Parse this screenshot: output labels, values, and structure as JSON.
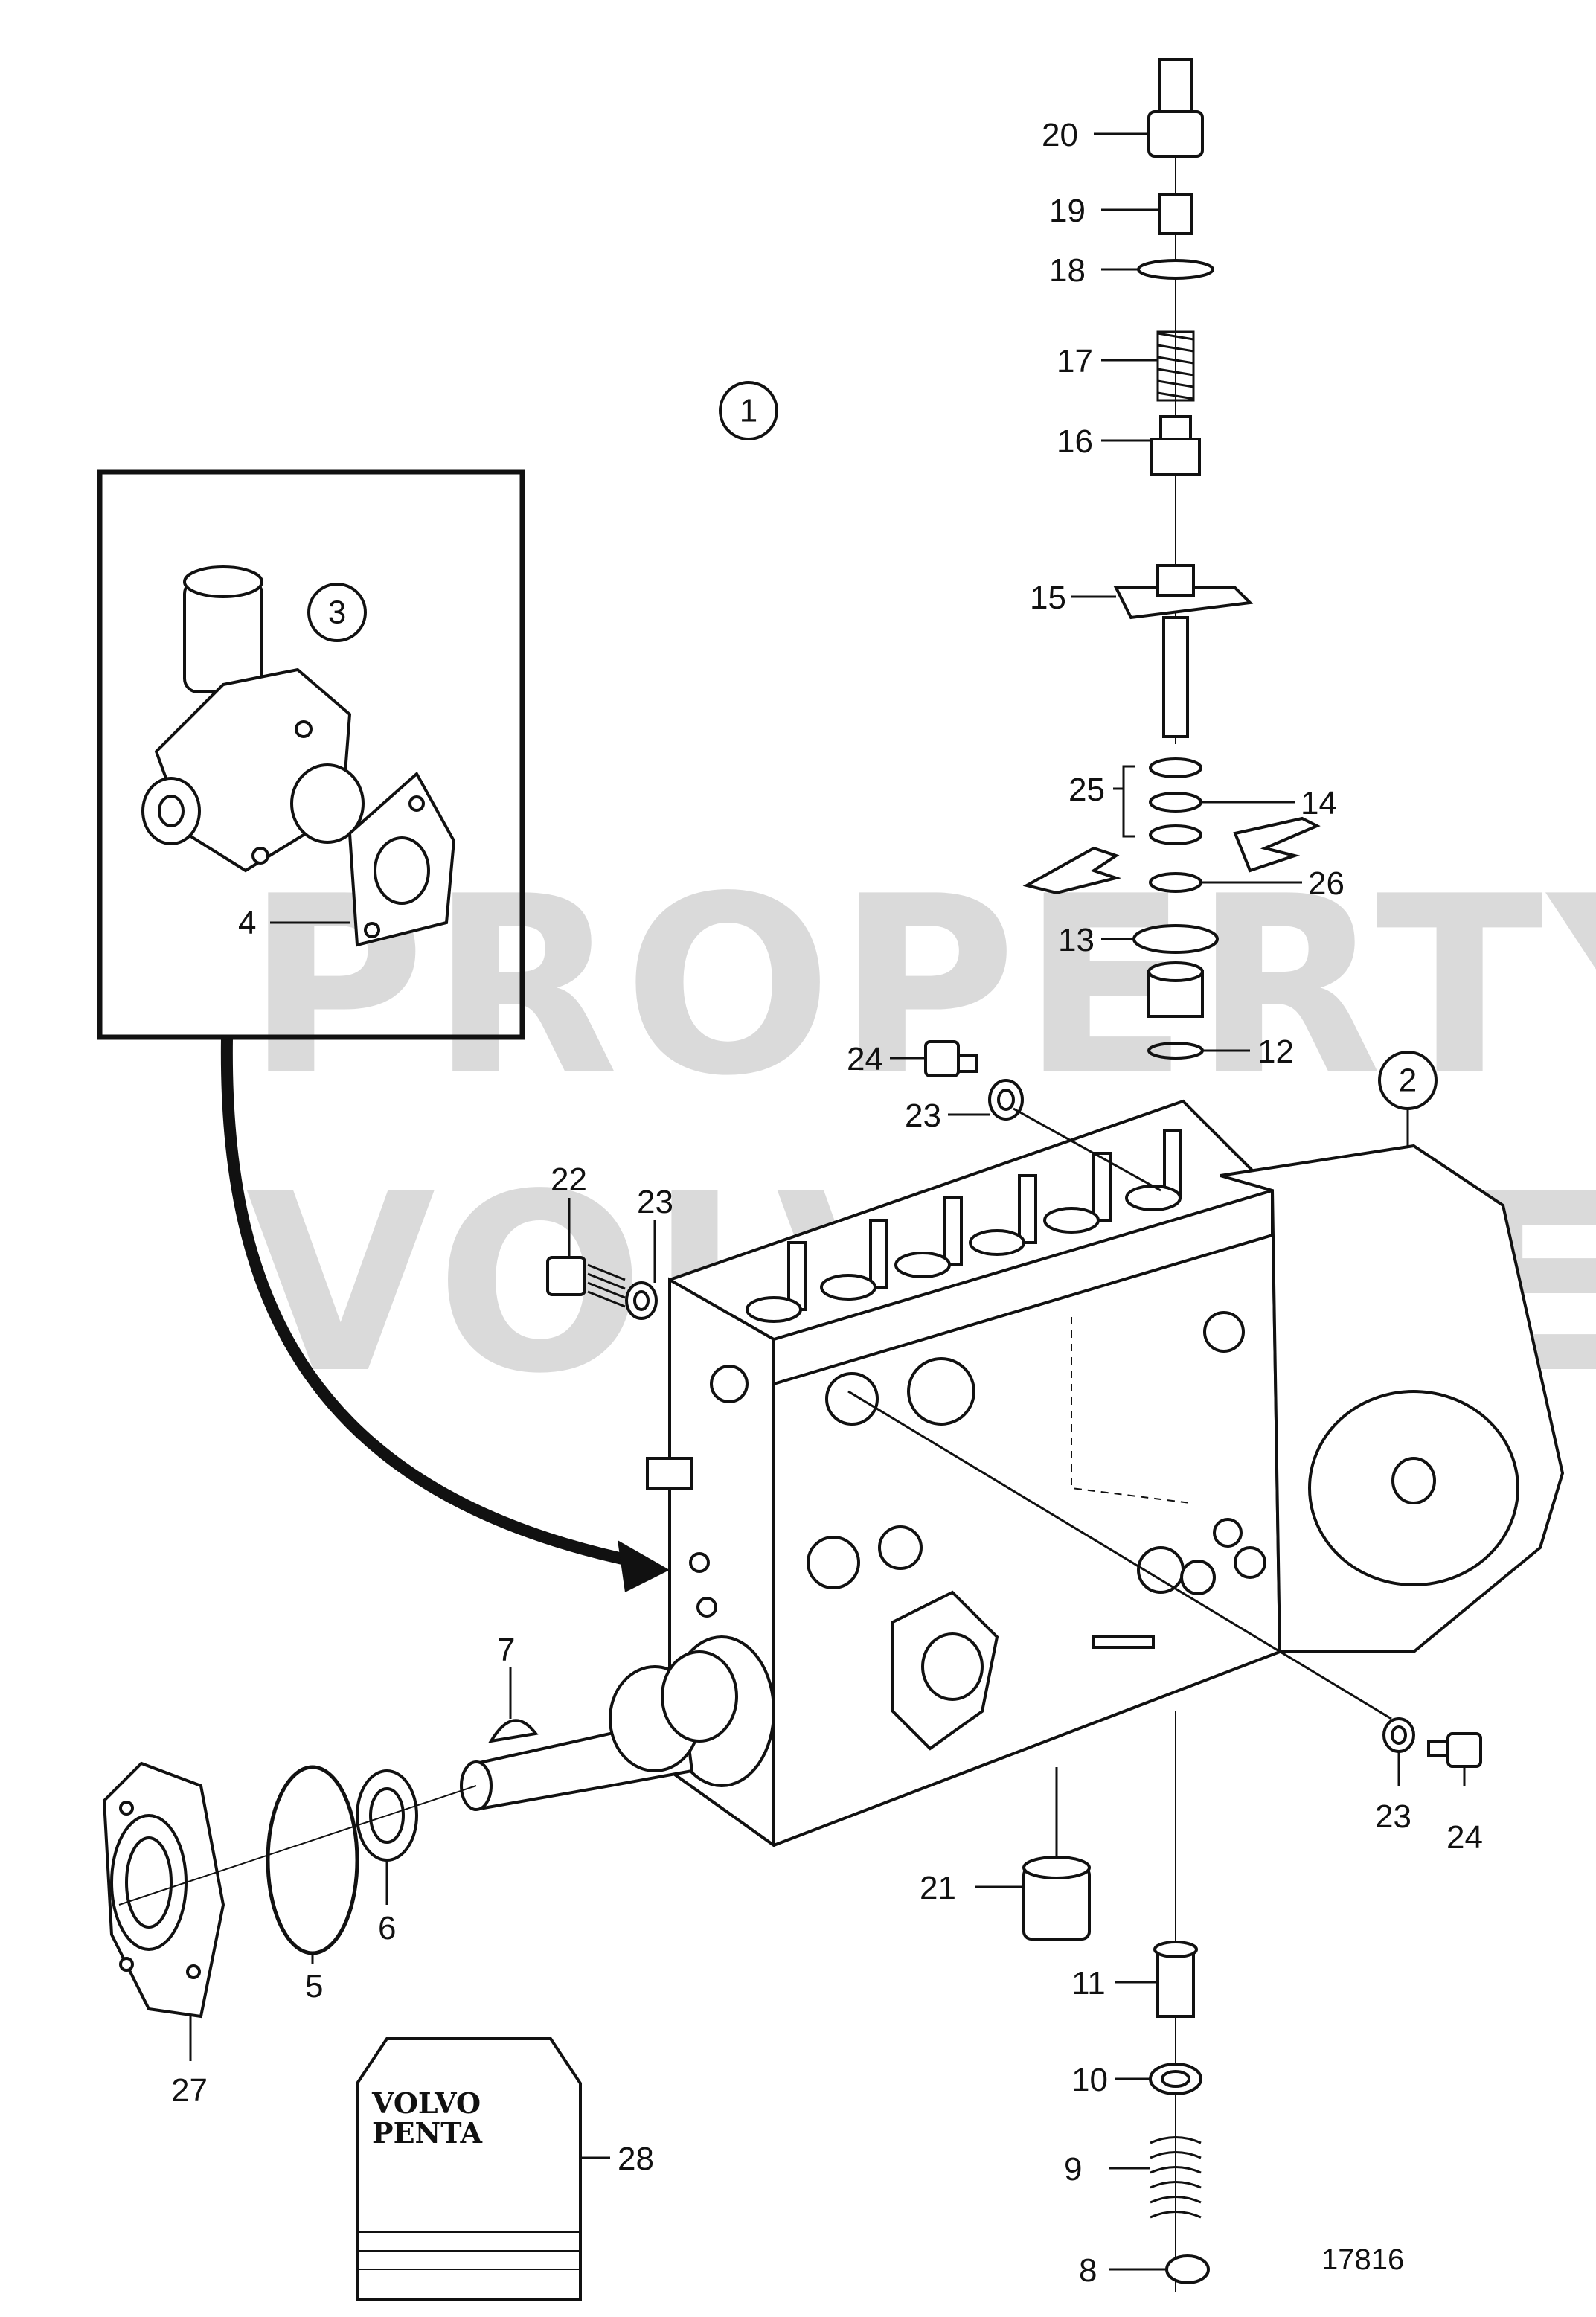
{
  "watermark": {
    "line1": "PROPERTY OF",
    "line2": "VOLVO PENTA"
  },
  "figure_code": "17816",
  "logo": {
    "line1": "VOLVO",
    "line2": "PENTA"
  },
  "groups": [
    {
      "id": "group-1",
      "text": "1"
    },
    {
      "id": "group-2",
      "text": "2"
    },
    {
      "id": "group-3",
      "text": "3"
    }
  ],
  "callouts": [
    {
      "id": "c20",
      "text": "20"
    },
    {
      "id": "c19",
      "text": "19"
    },
    {
      "id": "c18",
      "text": "18"
    },
    {
      "id": "c17",
      "text": "17"
    },
    {
      "id": "c16",
      "text": "16"
    },
    {
      "id": "c15",
      "text": "15"
    },
    {
      "id": "c25",
      "text": "25"
    },
    {
      "id": "c14",
      "text": "14"
    },
    {
      "id": "c26",
      "text": "26"
    },
    {
      "id": "c13",
      "text": "13"
    },
    {
      "id": "c12",
      "text": "12"
    },
    {
      "id": "c4",
      "text": "4"
    },
    {
      "id": "c24a",
      "text": "24"
    },
    {
      "id": "c23a",
      "text": "23"
    },
    {
      "id": "c22",
      "text": "22"
    },
    {
      "id": "c23b",
      "text": "23"
    },
    {
      "id": "c7",
      "text": "7"
    },
    {
      "id": "c6",
      "text": "6"
    },
    {
      "id": "c5",
      "text": "5"
    },
    {
      "id": "c27",
      "text": "27"
    },
    {
      "id": "c21",
      "text": "21"
    },
    {
      "id": "c23c",
      "text": "23"
    },
    {
      "id": "c24b",
      "text": "24"
    },
    {
      "id": "c11",
      "text": "11"
    },
    {
      "id": "c10",
      "text": "10"
    },
    {
      "id": "c9",
      "text": "9"
    },
    {
      "id": "c8",
      "text": "8"
    },
    {
      "id": "c28",
      "text": "28"
    }
  ]
}
